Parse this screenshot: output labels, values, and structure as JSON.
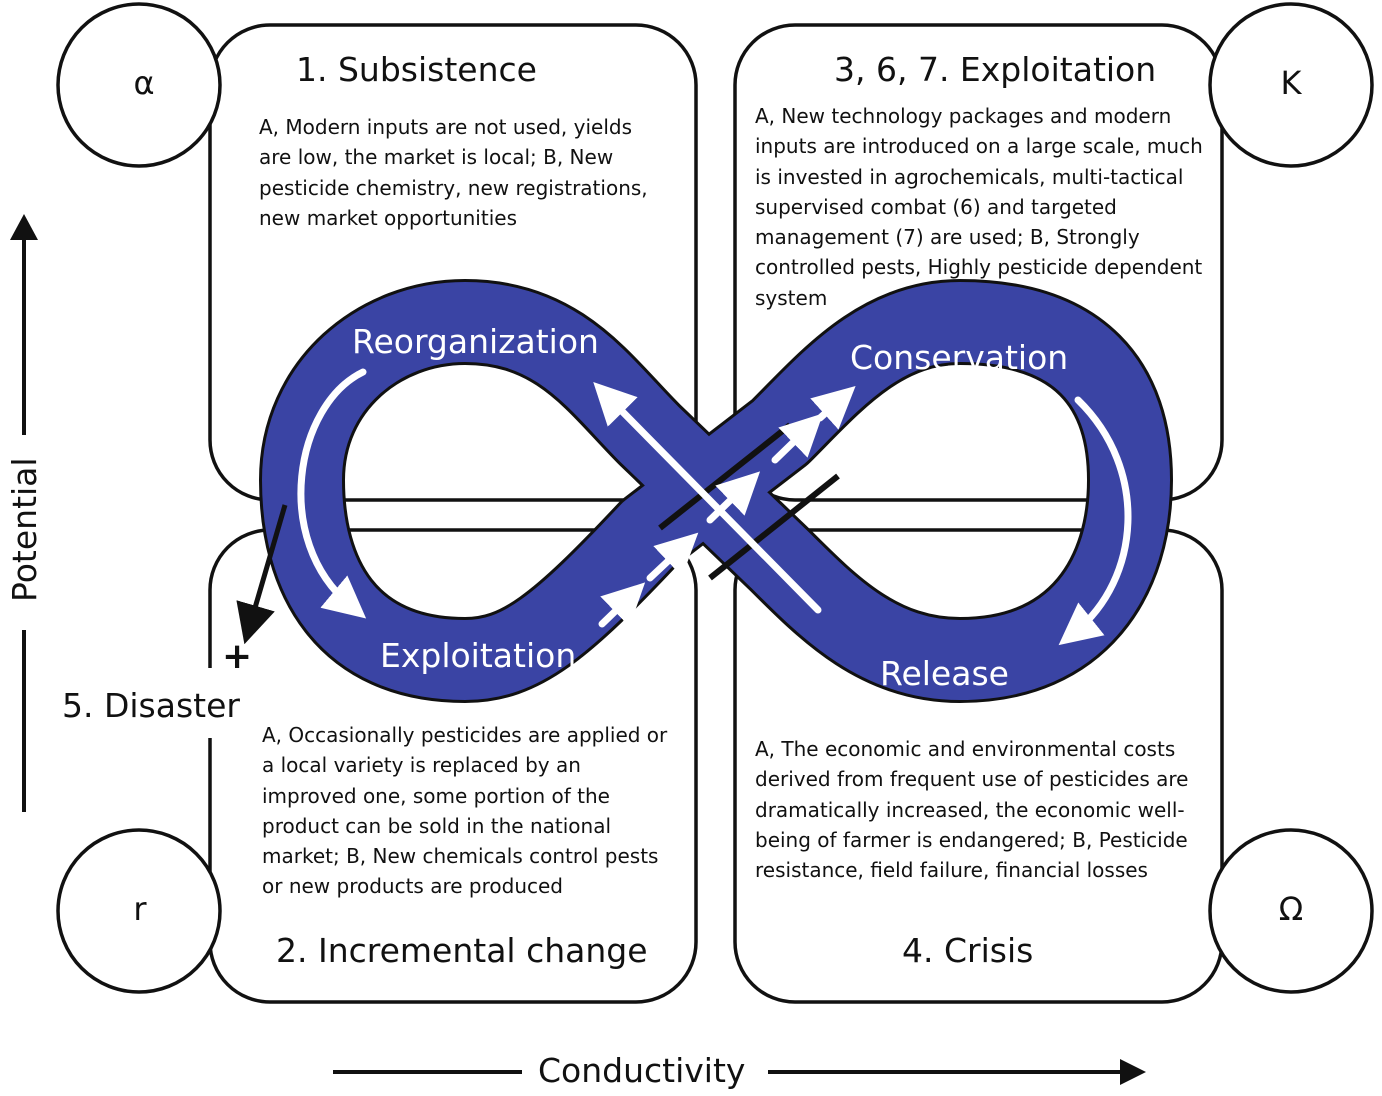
{
  "boxes": {
    "subsistence": {
      "title": "1. Subsistence",
      "text": "A, Modern inputs are not used, yields are low, the market is local; B, New pesticide chemistry, new registrations, new market opportunities"
    },
    "incremental": {
      "title": "2. Incremental change",
      "text": "A, Occasionally pesticides are applied or a local variety is replaced by an improved one, some portion of the product can be sold in the national market; B, New chemicals control pests or new products are produced"
    },
    "exploitation": {
      "title": "3, 6, 7. Exploitation",
      "text": "A, New technology packages and modern inputs are introduced on a large scale, much is invested in agrochemicals, multi-tactical supervised combat (6) and targeted management (7) are used; B, Strongly controlled pests, Highly pesticide dependent system"
    },
    "crisis": {
      "title": "4. Crisis",
      "text": "A, The economic and environmental costs derived from frequent use of pesticides are dramatically increased, the economic well-being of farmer is endangered; B, Pesticide resistance, field failure, financial losses"
    }
  },
  "disaster": {
    "label": "5. Disaster",
    "plus": "+"
  },
  "corners": {
    "top_left": "α",
    "top_right": "K",
    "bottom_left": "r",
    "bottom_right": "Ω"
  },
  "loop": {
    "reorganization": "Reorganization",
    "exploitation": "Exploitation",
    "conservation": "Conservation",
    "release": "Release",
    "color": "#3a44a4"
  },
  "axes": {
    "y_label": "Potential",
    "x_label": "Conductivity"
  }
}
